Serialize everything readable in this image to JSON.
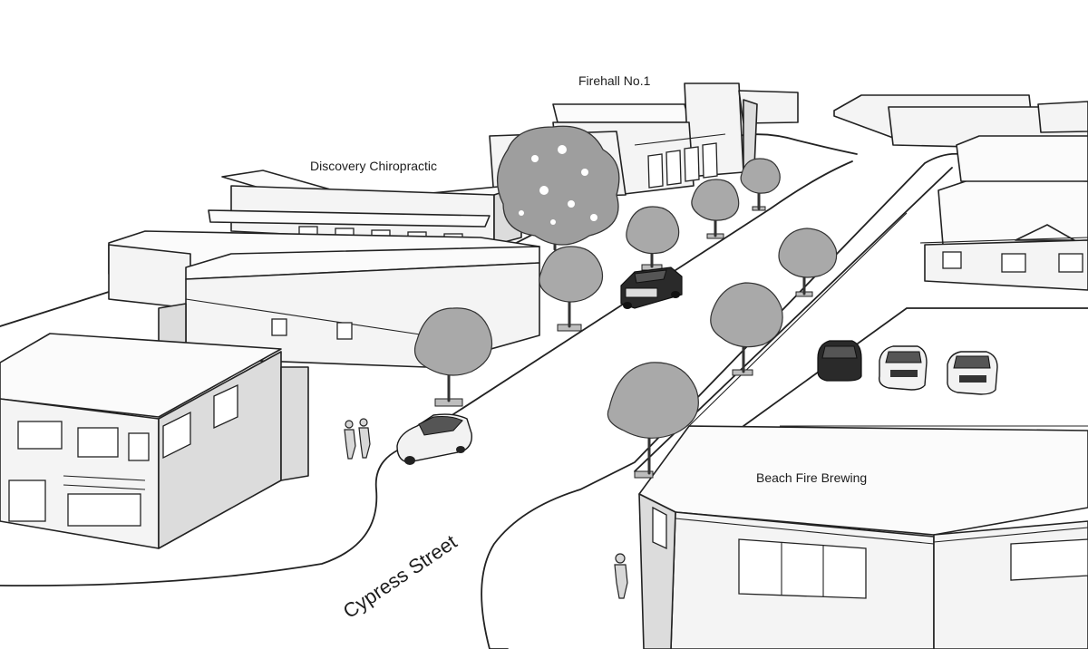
{
  "labels": {
    "firehall": "Firehall No.1",
    "chiropractic": "Discovery Chiropractic",
    "brewing": "Beach Fire Brewing",
    "street": "Cypress Street"
  }
}
